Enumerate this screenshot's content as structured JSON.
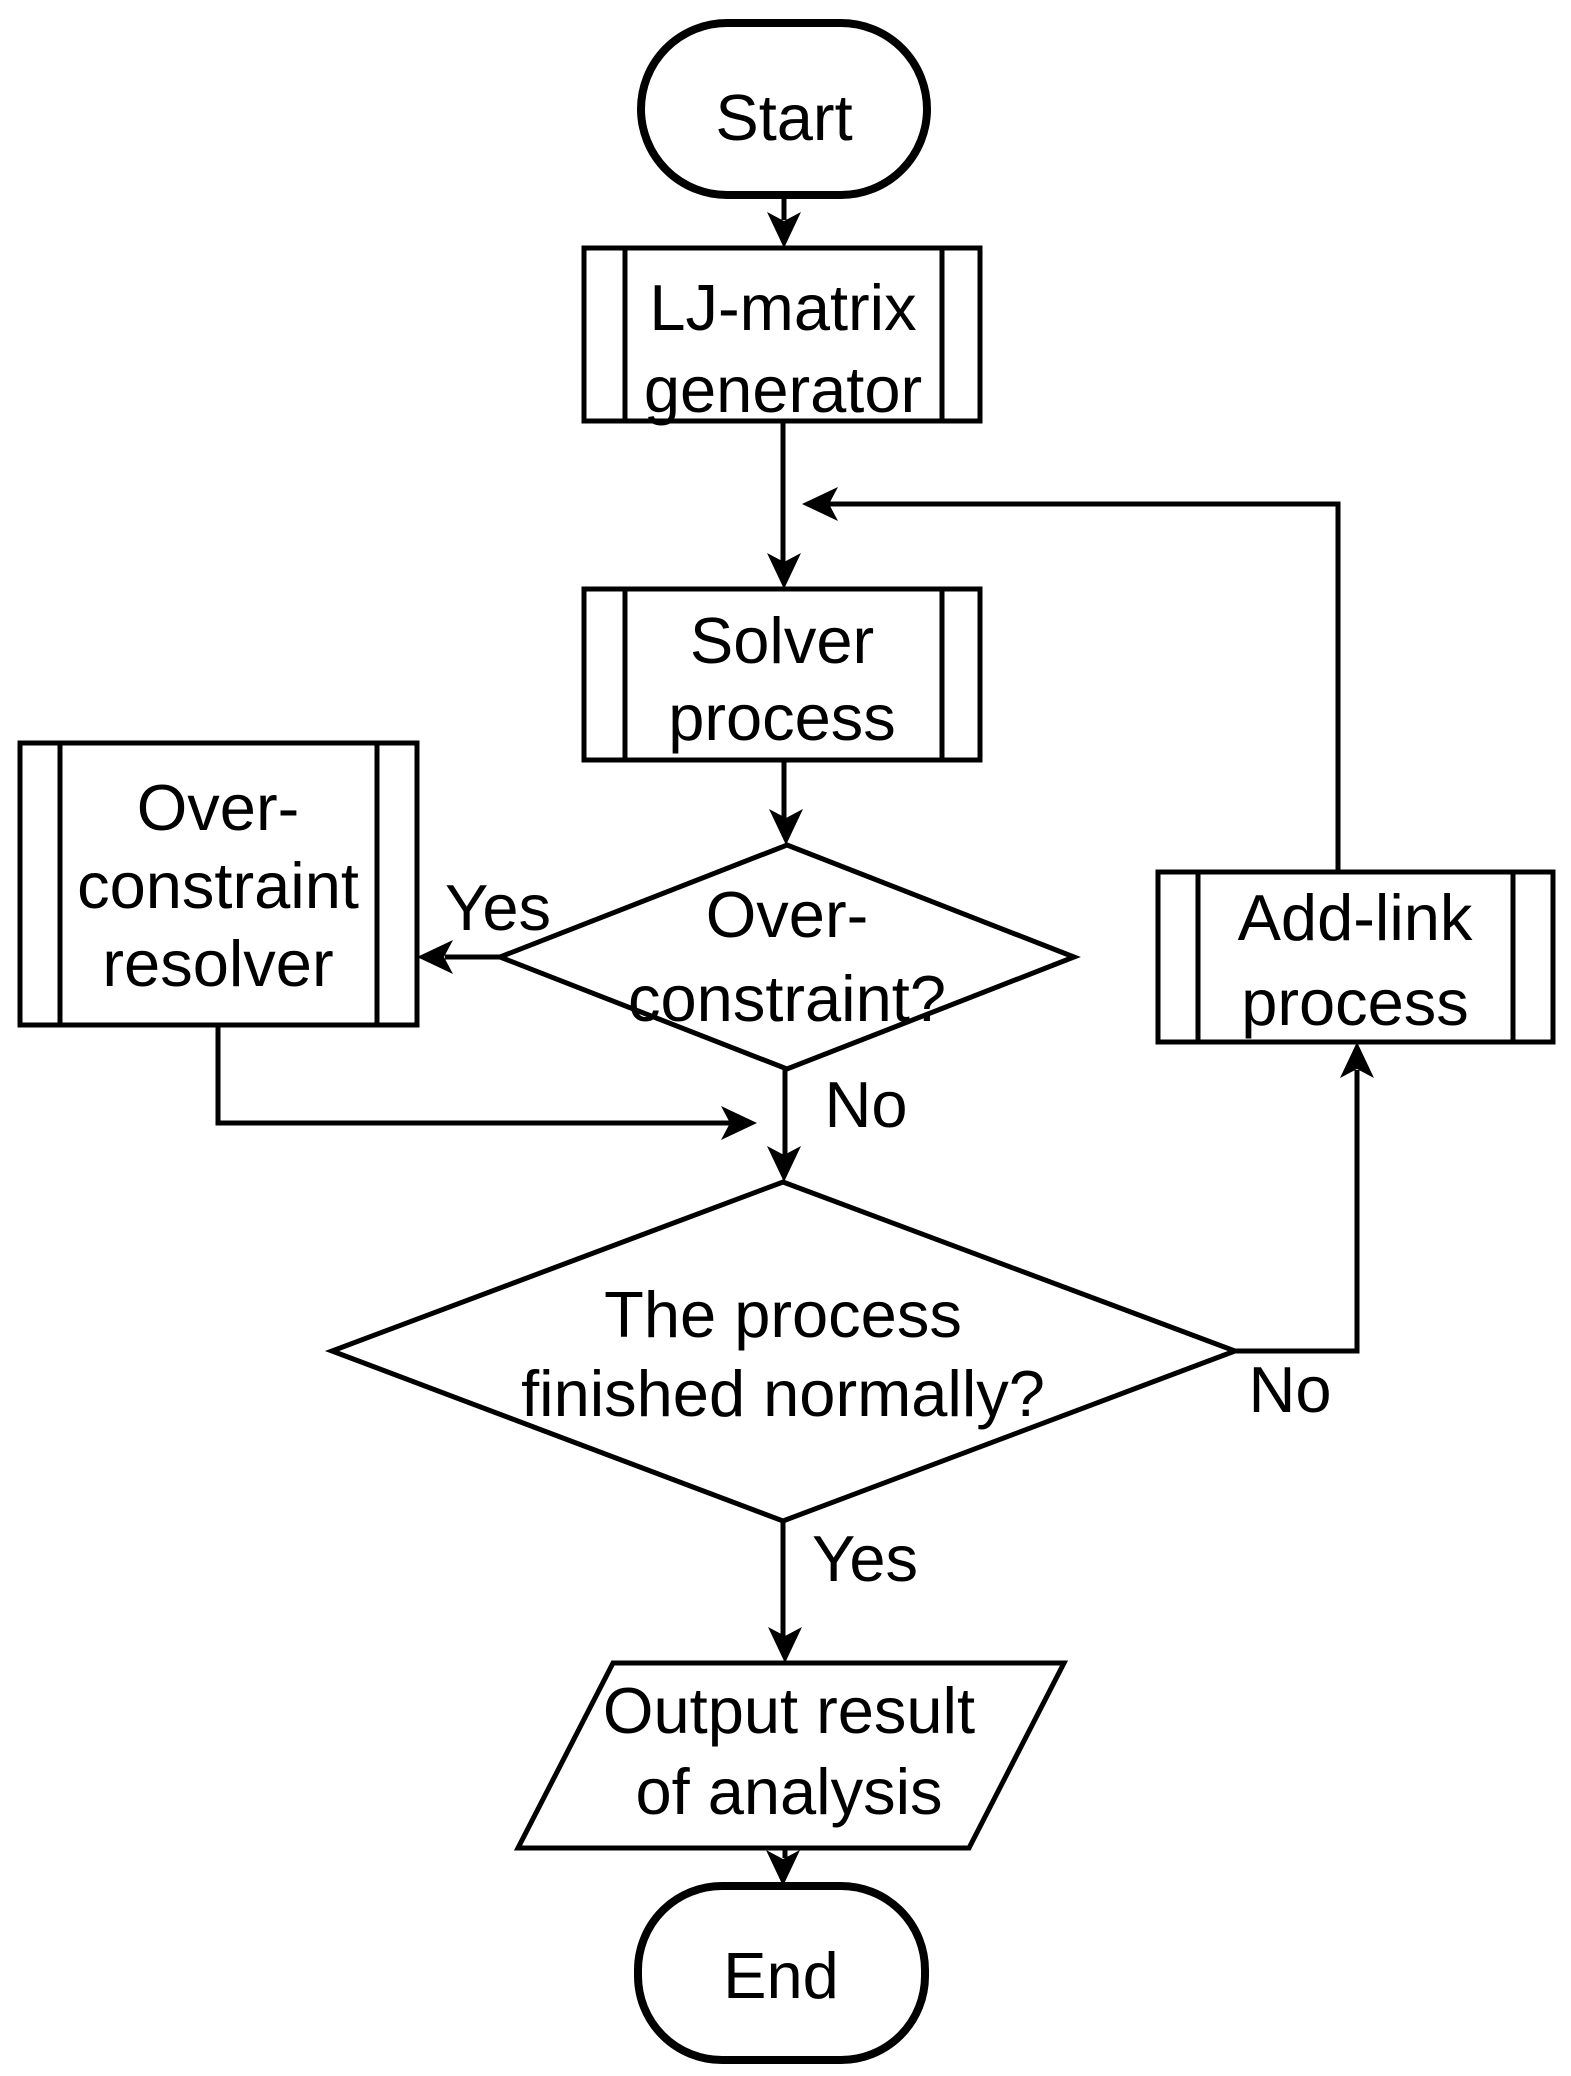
{
  "colors": {
    "ink": "#000000",
    "background": "#ffffff"
  },
  "nodes": {
    "start": {
      "label": "Start"
    },
    "lj_matrix_generator": {
      "line1": "LJ-matrix",
      "line2": "generator"
    },
    "solver_process": {
      "line1": "Solver",
      "line2": "process"
    },
    "over_constraint_decision": {
      "line1": "Over-",
      "line2": "constraint?"
    },
    "over_constraint_resolver": {
      "line1": "Over-",
      "line2": "constraint",
      "line3": "resolver"
    },
    "add_link_process": {
      "line1": "Add-link",
      "line2": "process"
    },
    "finished_decision": {
      "line1": "The process",
      "line2": "finished normally?"
    },
    "output_result": {
      "line1": "Output result",
      "line2": "of analysis"
    },
    "end": {
      "label": "End"
    }
  },
  "edge_labels": {
    "over_constraint_yes": "Yes",
    "over_constraint_no": "No",
    "finished_no": "No",
    "finished_yes": "Yes"
  }
}
